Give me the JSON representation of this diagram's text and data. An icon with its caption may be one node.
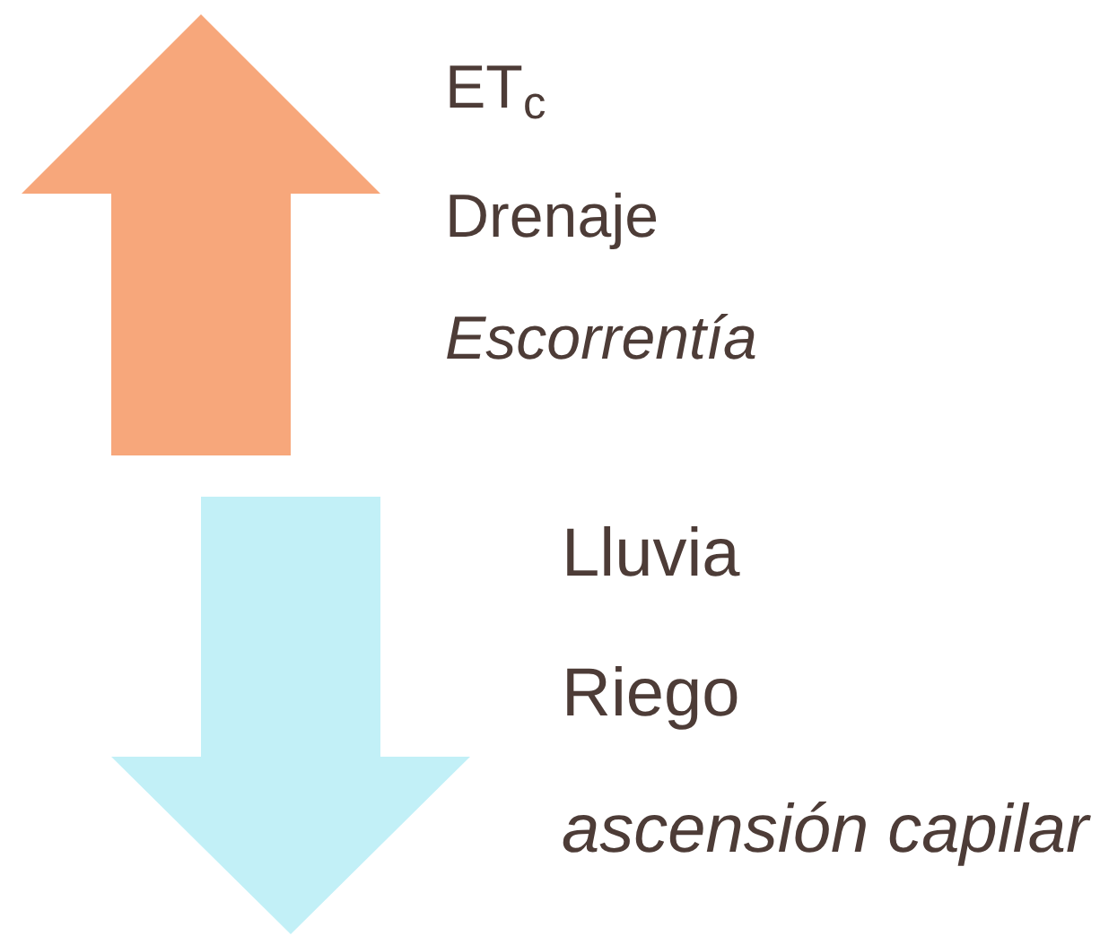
{
  "diagram": {
    "nodes": [
      {
        "text": [],
        "shape": "arrow",
        "beside": [
          "ET$_{c}$",
          "Drenaje",
          "Escorrentía"
        ]
      },
      {
        "text": [],
        "shape": "arrow",
        "beside": [
          "Lluvia",
          "Riego",
          "ascensión capilar"
        ]
      }
    ]
  }
}
